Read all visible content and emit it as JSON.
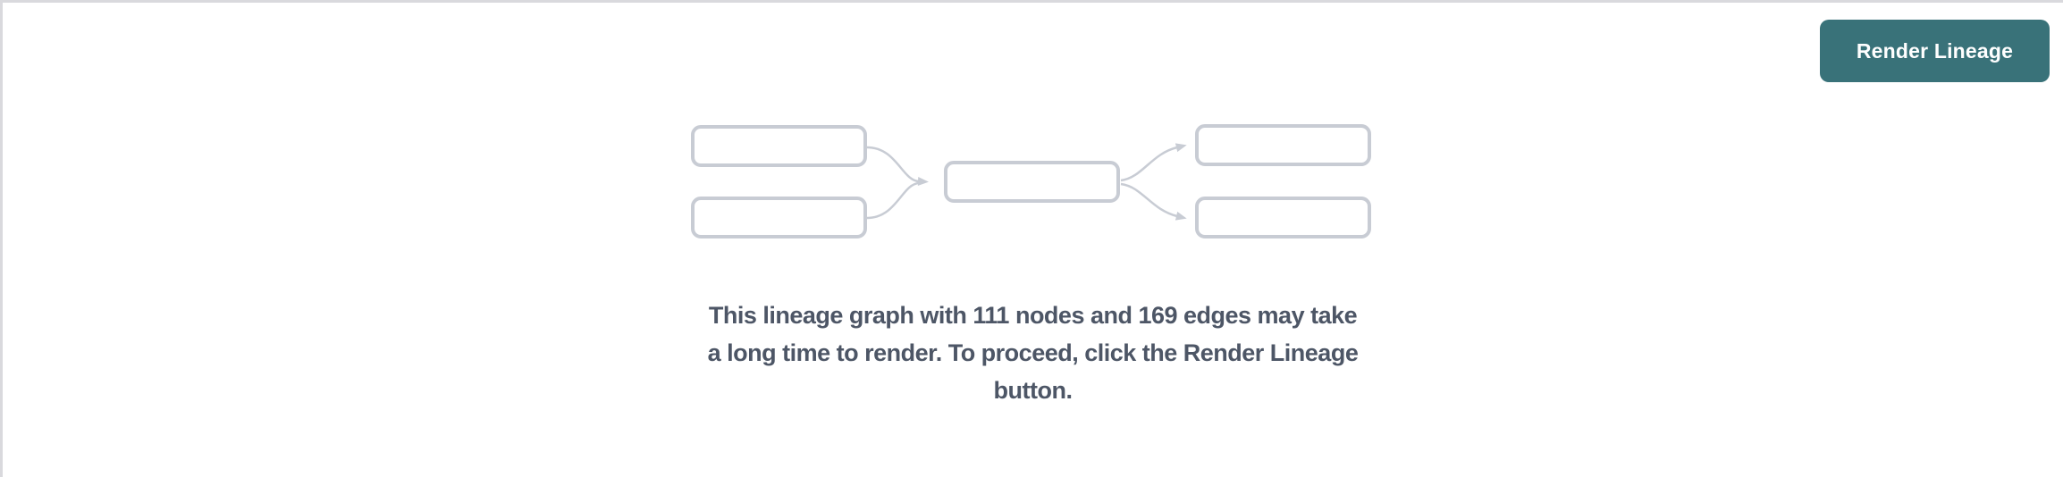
{
  "panel": {
    "background": "#FFFFFF",
    "border_color": "#D9D9DD"
  },
  "toolbar": {
    "render_button_label": "Render Lineage",
    "render_button_color": "#397279",
    "render_button_text_color": "#FFFFFF"
  },
  "placeholder_graphic": {
    "description": "mini lineage graph placeholder: 2 source boxes, 1 middle box, 2 target boxes connected by curved arrows",
    "node_box_count": 5,
    "edge_arrow_count": 4,
    "box_border_color": "#C8CCD4"
  },
  "message": {
    "full_text": "This lineage graph with 111 nodes and 169 edges may take a long time to render. To proceed, click the Render Lineage button.",
    "lines": [
      "This lineage graph with 111 nodes and 169 edges may take",
      "a long time to render. To proceed, click the Render Lineage",
      "button."
    ],
    "node_count": "111",
    "edge_count": "169",
    "text_color": "#4D5666"
  }
}
